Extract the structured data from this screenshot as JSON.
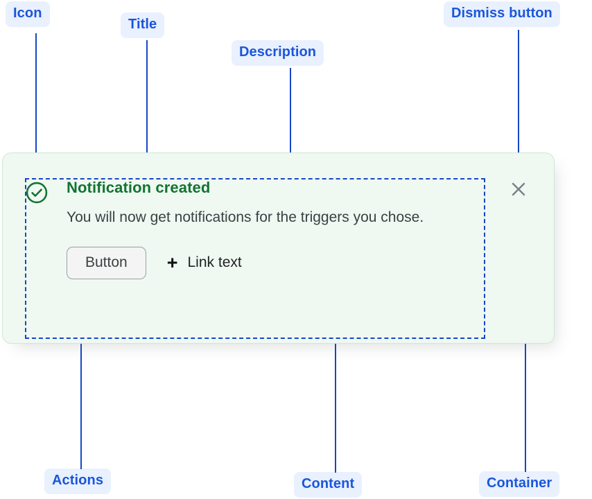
{
  "annotations": [
    {
      "name": "icon",
      "label": "Icon"
    },
    {
      "name": "title",
      "label": "Title"
    },
    {
      "name": "description",
      "label": "Description"
    },
    {
      "name": "dismiss-button",
      "label": "Dismiss button"
    },
    {
      "name": "actions",
      "label": "Actions"
    },
    {
      "name": "content",
      "label": "Content"
    },
    {
      "name": "container",
      "label": "Container"
    }
  ],
  "notification": {
    "status_icon": "check-circle-icon",
    "title": "Notification created",
    "description": "You will now get notifications for the triggers you chose.",
    "actions": {
      "button_label": "Button",
      "link_icon": "plus-icon",
      "link_label": "Link text"
    },
    "dismiss_icon": "close-icon"
  },
  "colors": {
    "annotation_blue": "#1546c4",
    "chip_background": "#e9f0fe",
    "chip_text": "#1a56db",
    "success_green": "#137333",
    "card_background": "#eff8f1",
    "card_border": "#cfe8d6",
    "body_text": "#3c4043"
  }
}
